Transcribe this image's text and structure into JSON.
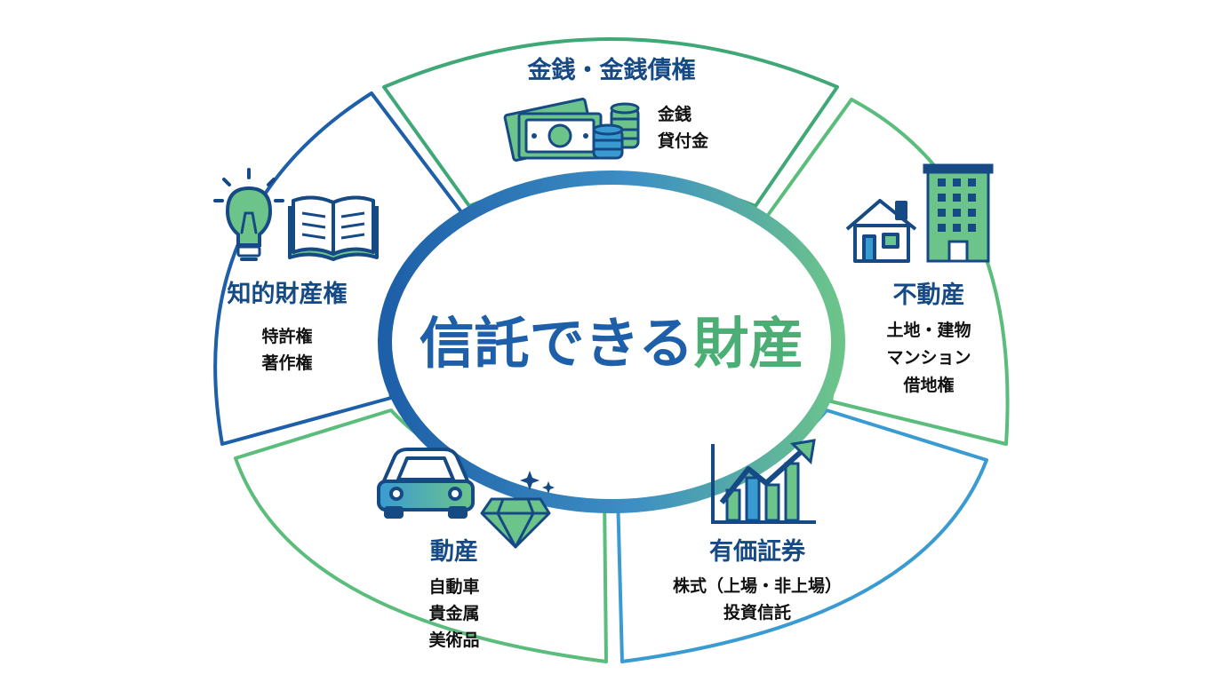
{
  "center": {
    "title_blue": "信託できる",
    "title_green": "財産"
  },
  "segments": {
    "money": {
      "title": "金銭・金銭債権",
      "items": [
        "金銭",
        "貸付金"
      ]
    },
    "real_estate": {
      "title": "不動産",
      "items": [
        "土地・建物",
        "マンション",
        "借地権"
      ]
    },
    "securities": {
      "title": "有価証券",
      "items": [
        "株式（上場・非上場）",
        "投資信託"
      ]
    },
    "movables": {
      "title": "動産",
      "items": [
        "自動車",
        "貴金属",
        "美術品"
      ]
    },
    "ip": {
      "title": "知的財産権",
      "items": [
        "特許権",
        "著作権"
      ]
    }
  },
  "colors": {
    "blue": "#1d5fa8",
    "dark_blue": "#164a85",
    "green": "#5bbd7c",
    "light_green": "#6cc48a",
    "sky": "#3a9bd2"
  },
  "icons": [
    "banknotes-icon",
    "coin-stack-icon",
    "house-icon",
    "office-building-icon",
    "rising-chart-icon",
    "car-icon",
    "diamond-icon",
    "sparkle-icon",
    "lightbulb-icon",
    "open-book-icon"
  ]
}
